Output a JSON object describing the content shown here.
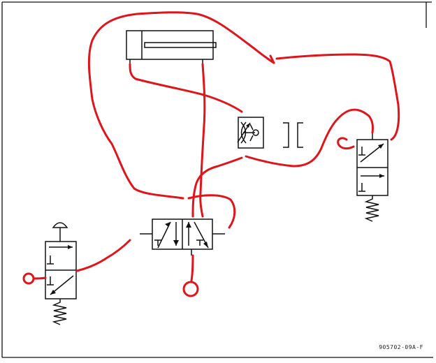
{
  "drawing": {
    "reference_code": "905702-09A-F"
  },
  "colors": {
    "ink": "#111111",
    "annotation": "#e0141b",
    "paper": "#ffffff"
  },
  "components": {
    "cylinder": "double-acting-cylinder",
    "flow_control": "one-way-flow-control-valve",
    "quick_exhaust": "bracket-connector",
    "pilot_valve_right": "3-2-spring-return-valve",
    "main_valve": "5-2-directional-valve",
    "push_button_valve": "3-2-push-button-valve"
  }
}
